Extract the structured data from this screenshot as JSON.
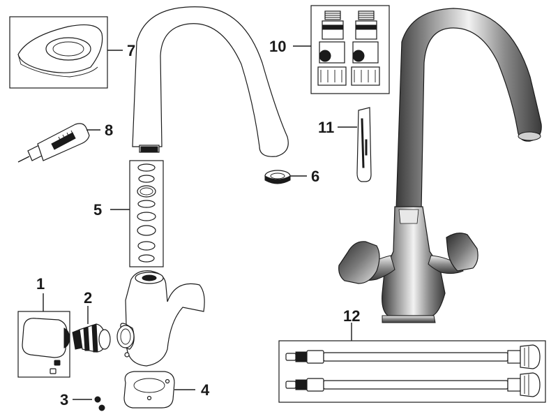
{
  "colors": {
    "line": "#1a1a1a",
    "chrome_dark": "#3a3a3a",
    "chrome_mid": "#9a9a9a",
    "chrome_light": "#f2f2f2",
    "background": "#ffffff"
  },
  "callouts": [
    {
      "id": "p1",
      "number": "1"
    },
    {
      "id": "p2",
      "number": "2"
    },
    {
      "id": "p3",
      "number": "3"
    },
    {
      "id": "p4",
      "number": "4"
    },
    {
      "id": "p5",
      "number": "5"
    },
    {
      "id": "p6",
      "number": "6"
    },
    {
      "id": "p7",
      "number": "7"
    },
    {
      "id": "p8",
      "number": "8"
    },
    {
      "id": "p10",
      "number": "10"
    },
    {
      "id": "p11",
      "number": "11"
    },
    {
      "id": "p12",
      "number": "12"
    }
  ]
}
